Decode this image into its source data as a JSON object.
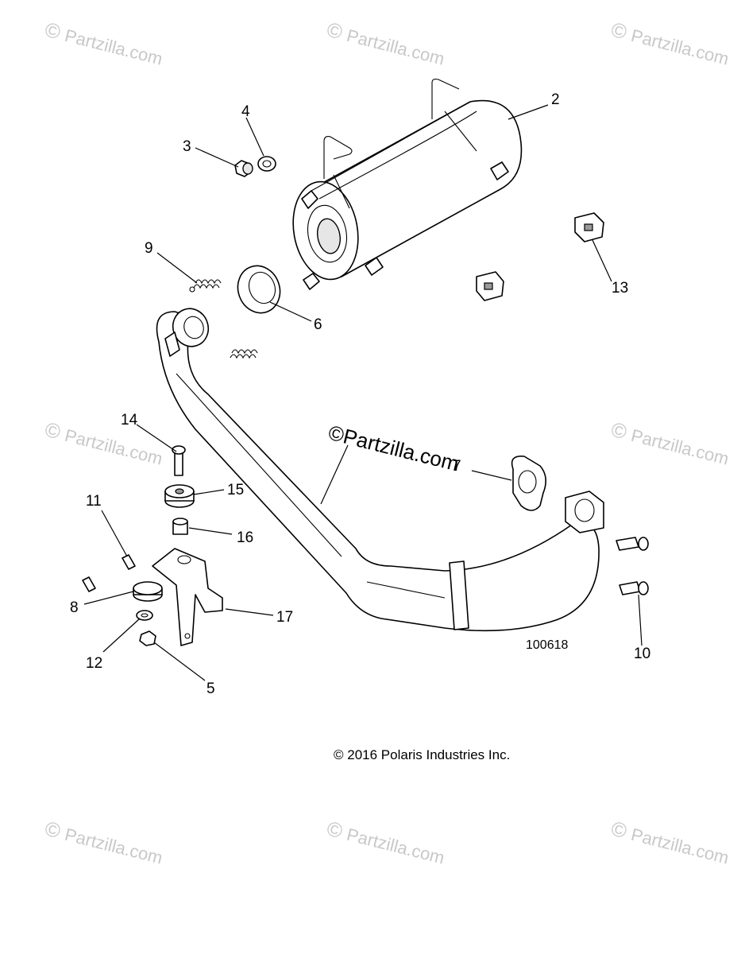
{
  "watermarks": {
    "symbol": "©",
    "text": "Partzilla.com",
    "center_text": "©Partzilla.com"
  },
  "callouts": {
    "p2": "2",
    "p3": "3",
    "p4": "4",
    "p5": "5",
    "p6": "6",
    "p7": "7",
    "p8": "8",
    "p9": "9",
    "p10": "10",
    "p11": "11",
    "p12": "12",
    "p13": "13",
    "p14": "14",
    "p15": "15",
    "p16": "16",
    "p17": "17"
  },
  "diagram_code": "100618",
  "copyright": "© 2016 Polaris Industries Inc."
}
